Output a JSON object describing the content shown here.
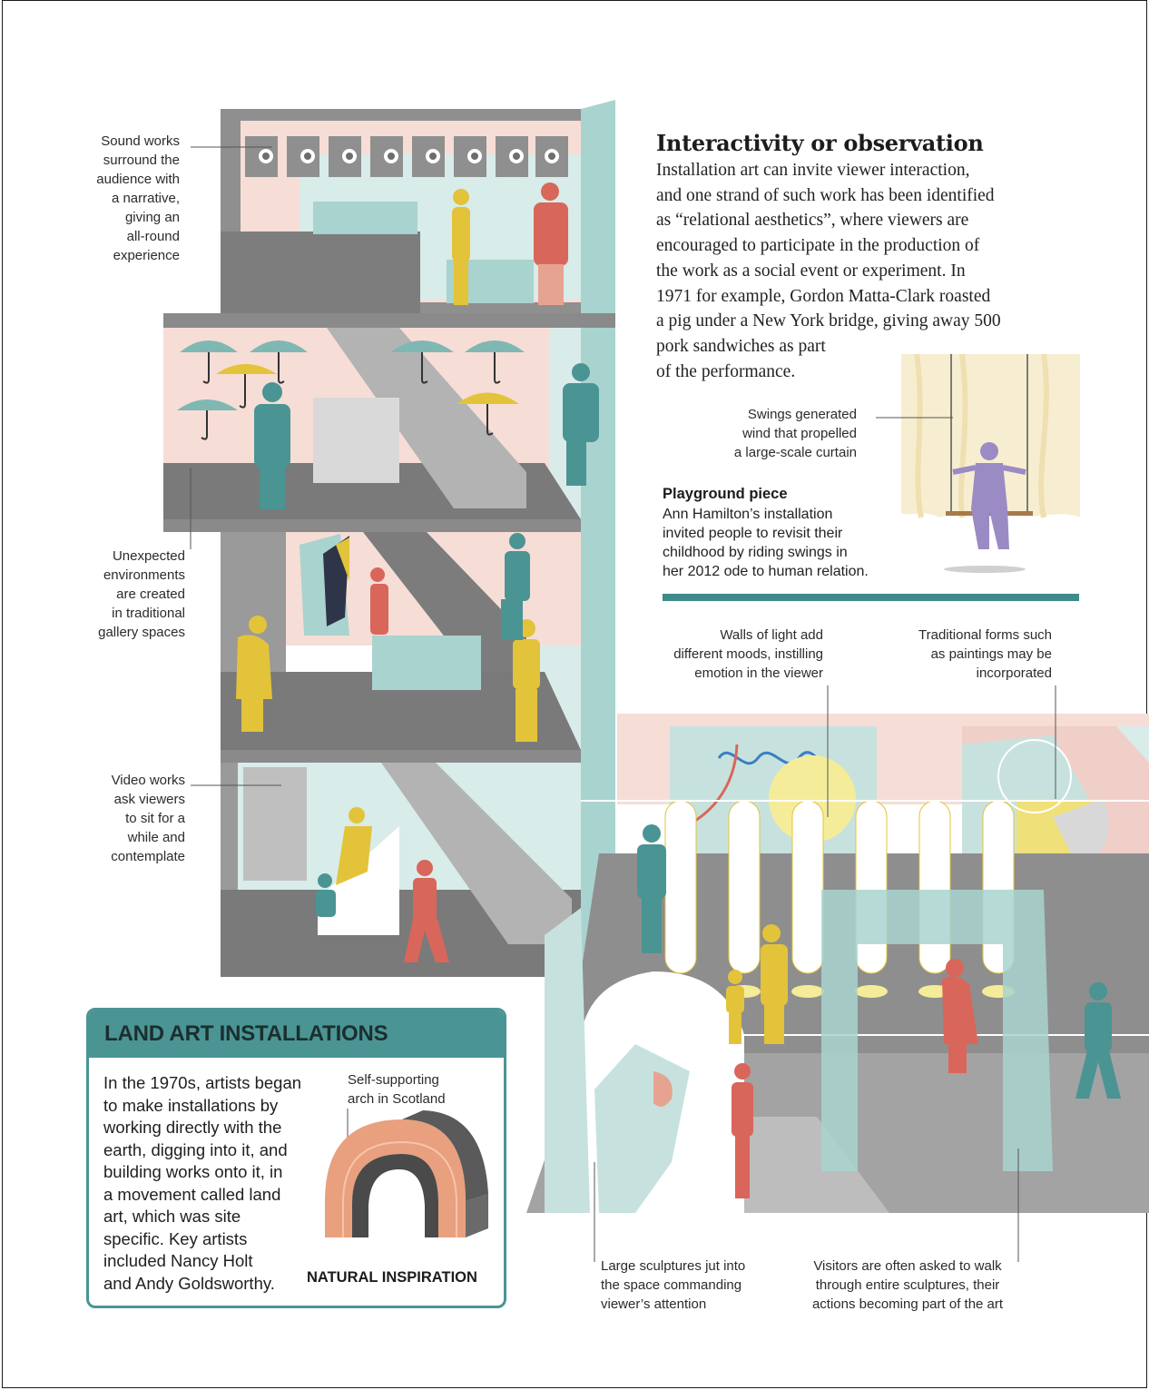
{
  "sidebar_labels": {
    "sound_works": [
      "Sound works",
      "surround the",
      "audience with",
      "a narrative,",
      "giving an",
      "all-round",
      "experience"
    ],
    "unexpected": [
      "Unexpected",
      "environments",
      "are created",
      "in traditional",
      "gallery spaces"
    ],
    "video_works": [
      "Video works",
      "ask viewers",
      "to sit for a",
      "while and",
      "contemplate"
    ]
  },
  "interactivity": {
    "title": "Interactivity or observation",
    "body_lines": [
      "Installation art can invite viewer interaction,",
      "and one strand of such work has been identified",
      "as “relational aesthetics”, where viewers are",
      "encouraged to participate in the production of",
      "the work as a social event or experiment. In",
      "1971 for example, Gordon Matta-Clark roasted",
      "a pig under a New York bridge, giving away 500",
      "pork sandwiches as part",
      "of the performance."
    ]
  },
  "swings_label": [
    "Swings generated",
    "wind that propelled",
    "a large-scale curtain"
  ],
  "playground": {
    "title": "Playground piece",
    "body_lines": [
      "Ann Hamilton’s installation",
      "invited people to revisit their",
      "childhood by riding swings in",
      "her 2012 ode to human relation."
    ]
  },
  "gallery_labels": {
    "walls_of_light": [
      "Walls of light add",
      "different moods, instilling",
      "emotion in the viewer"
    ],
    "traditional_forms": [
      "Traditional forms such",
      "as paintings may be",
      "incorporated"
    ],
    "large_sculptures": [
      "Large sculptures jut into",
      "the space commanding",
      "viewer’s attention"
    ],
    "visitors": [
      "Visitors are often asked to walk",
      "through entire sculptures, their",
      "actions becoming part of the art"
    ]
  },
  "land_art": {
    "title": "LAND ART INSTALLATIONS",
    "body_lines": [
      "In the 1970s, artists began",
      "to make installations by",
      "working directly with the",
      "earth, digging into it, and",
      "building works onto it, in",
      "a movement called land",
      "art, which was site",
      "specific. Key artists",
      "included Nancy Holt",
      "and Andy Goldsworthy."
    ],
    "arch_label": [
      "Self-supporting",
      "arch in Scotland"
    ],
    "image_caption": "NATURAL INSPIRATION"
  },
  "colors": {
    "teal": "#4a9494",
    "mint": "#a9d3cf",
    "blush": "#f6ddd6",
    "grey": "#8c8c8c",
    "floor": "#9a9a9a",
    "mustard": "#e3c33a",
    "coral": "#d9665a",
    "lilac": "#9b8bc4"
  }
}
